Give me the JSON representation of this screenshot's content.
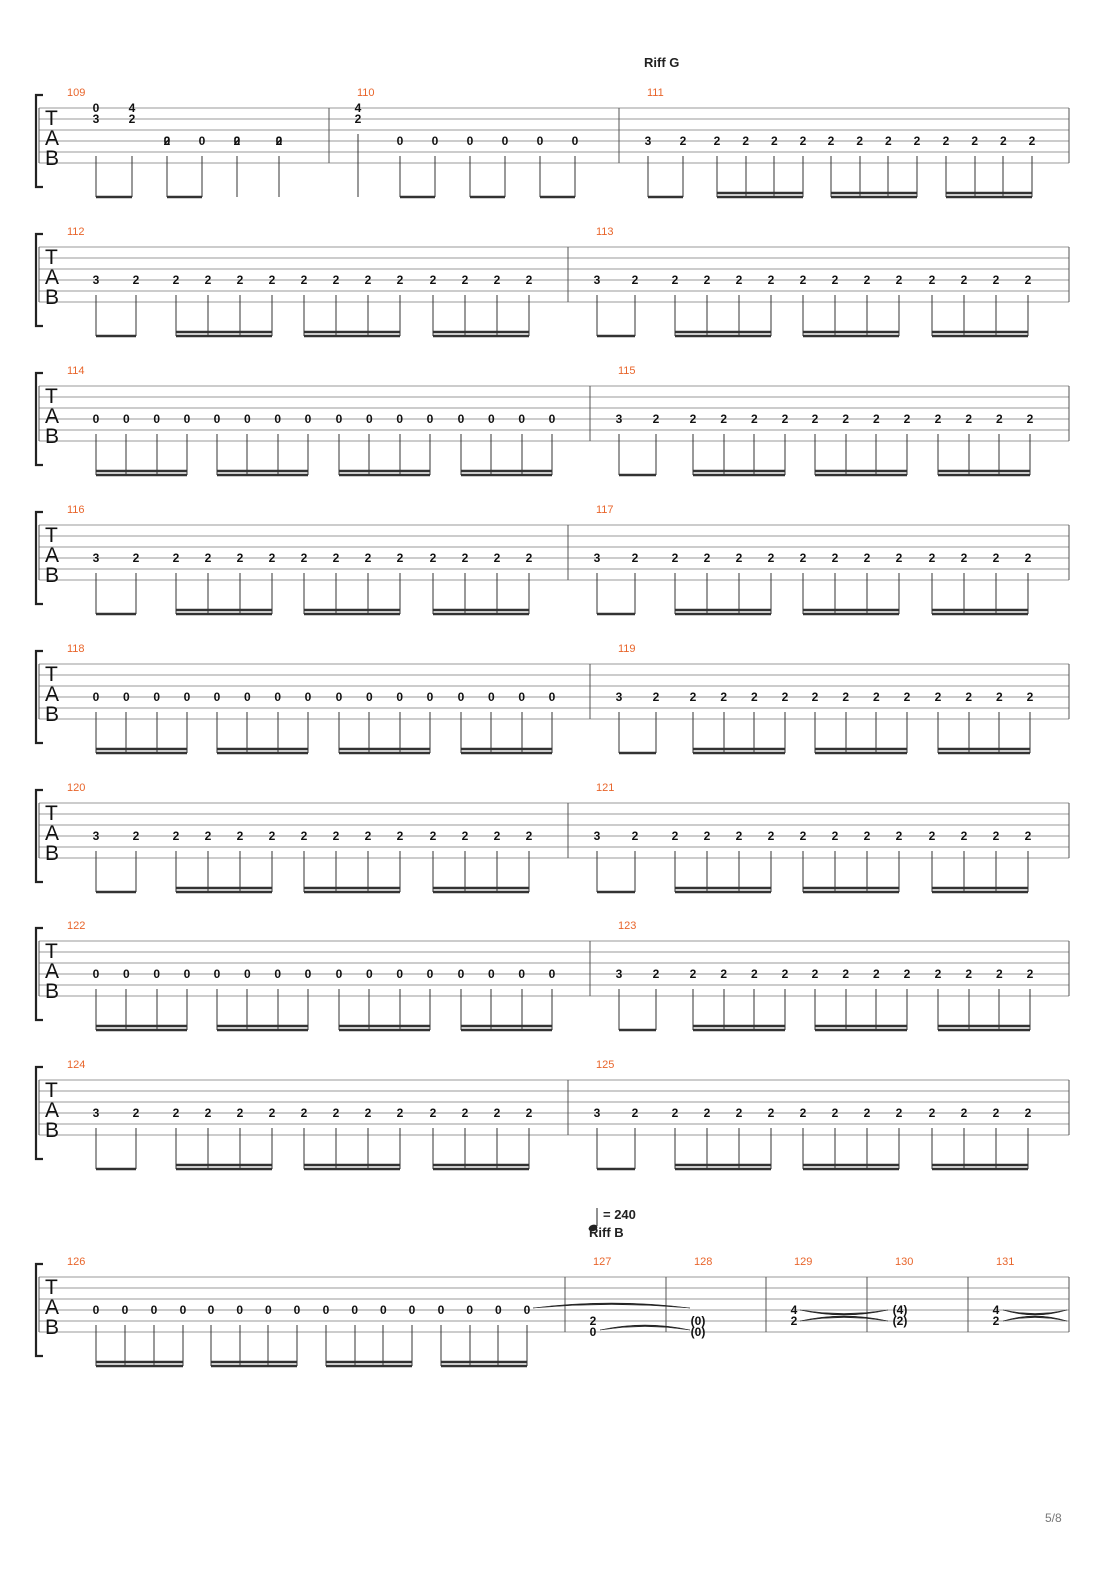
{
  "clef_letters": [
    "T",
    "A",
    "B"
  ],
  "page_number": "5/8",
  "riff_g_label": "Riff G",
  "riff_b_label": "Riff B",
  "tempo": {
    "symbol": "note-icon",
    "text": "= 240"
  },
  "systems": [
    {
      "measures": [
        {
          "number": "109",
          "groups": [
            [
              "0",
              "3",
              "4",
              "2",
              "0"
            ],
            [
              "2",
              "0"
            ],
            [
              "2",
              "0"
            ],
            [
              "2",
              "0"
            ]
          ]
        },
        {
          "number": "110",
          "groups": [
            [
              "4",
              "2"
            ],
            [
              "0",
              "0"
            ],
            [
              "0",
              "0"
            ],
            [
              "0",
              "0"
            ]
          ]
        },
        {
          "number": "111",
          "groups": [
            [
              "3",
              "2"
            ],
            [
              "2",
              "2",
              "2",
              "2"
            ],
            [
              "2",
              "2",
              "2",
              "2"
            ],
            [
              "2",
              "2",
              "2",
              "2"
            ]
          ]
        }
      ]
    },
    {
      "measures": [
        {
          "number": "112",
          "groups": [
            [
              "3",
              "2"
            ],
            [
              "2",
              "2",
              "2",
              "2"
            ],
            [
              "2",
              "2",
              "2",
              "2"
            ],
            [
              "2",
              "2",
              "2",
              "2"
            ]
          ]
        },
        {
          "number": "113",
          "groups": [
            [
              "3",
              "2"
            ],
            [
              "2",
              "2",
              "2",
              "2"
            ],
            [
              "2",
              "2",
              "2",
              "2"
            ],
            [
              "2",
              "2",
              "2",
              "2"
            ]
          ]
        }
      ]
    },
    {
      "measures": [
        {
          "number": "114",
          "groups": [
            [
              "0",
              "0",
              "0",
              "0"
            ],
            [
              "0",
              "0",
              "0",
              "0"
            ],
            [
              "0",
              "0",
              "0",
              "0"
            ],
            [
              "0",
              "0",
              "0",
              "0"
            ]
          ]
        },
        {
          "number": "115",
          "groups": [
            [
              "3",
              "2"
            ],
            [
              "2",
              "2",
              "2",
              "2"
            ],
            [
              "2",
              "2",
              "2",
              "2"
            ],
            [
              "2",
              "2",
              "2",
              "2"
            ]
          ]
        }
      ]
    },
    {
      "measures": [
        {
          "number": "116",
          "groups": [
            [
              "3",
              "2"
            ],
            [
              "2",
              "2",
              "2",
              "2"
            ],
            [
              "2",
              "2",
              "2",
              "2"
            ],
            [
              "2",
              "2",
              "2",
              "2"
            ]
          ]
        },
        {
          "number": "117",
          "groups": [
            [
              "3",
              "2"
            ],
            [
              "2",
              "2",
              "2",
              "2"
            ],
            [
              "2",
              "2",
              "2",
              "2"
            ],
            [
              "2",
              "2",
              "2",
              "2"
            ]
          ]
        }
      ]
    },
    {
      "measures": [
        {
          "number": "118",
          "groups": [
            [
              "0",
              "0",
              "0",
              "0"
            ],
            [
              "0",
              "0",
              "0",
              "0"
            ],
            [
              "0",
              "0",
              "0",
              "0"
            ],
            [
              "0",
              "0",
              "0",
              "0"
            ]
          ]
        },
        {
          "number": "119",
          "groups": [
            [
              "3",
              "2"
            ],
            [
              "2",
              "2",
              "2",
              "2"
            ],
            [
              "2",
              "2",
              "2",
              "2"
            ],
            [
              "2",
              "2",
              "2",
              "2"
            ]
          ]
        }
      ]
    },
    {
      "measures": [
        {
          "number": "120",
          "groups": [
            [
              "3",
              "2"
            ],
            [
              "2",
              "2",
              "2",
              "2"
            ],
            [
              "2",
              "2",
              "2",
              "2"
            ],
            [
              "2",
              "2",
              "2",
              "2"
            ]
          ]
        },
        {
          "number": "121",
          "groups": [
            [
              "3",
              "2"
            ],
            [
              "2",
              "2",
              "2",
              "2"
            ],
            [
              "2",
              "2",
              "2",
              "2"
            ],
            [
              "2",
              "2",
              "2",
              "2"
            ]
          ]
        }
      ]
    },
    {
      "measures": [
        {
          "number": "122",
          "groups": [
            [
              "0",
              "0",
              "0",
              "0"
            ],
            [
              "0",
              "0",
              "0",
              "0"
            ],
            [
              "0",
              "0",
              "0",
              "0"
            ],
            [
              "0",
              "0",
              "0",
              "0"
            ]
          ]
        },
        {
          "number": "123",
          "groups": [
            [
              "3",
              "2"
            ],
            [
              "2",
              "2",
              "2",
              "2"
            ],
            [
              "2",
              "2",
              "2",
              "2"
            ],
            [
              "2",
              "2",
              "2",
              "2"
            ]
          ]
        }
      ]
    },
    {
      "measures": [
        {
          "number": "124",
          "groups": [
            [
              "3",
              "2"
            ],
            [
              "2",
              "2",
              "2",
              "2"
            ],
            [
              "2",
              "2",
              "2",
              "2"
            ],
            [
              "2",
              "2",
              "2",
              "2"
            ]
          ]
        },
        {
          "number": "125",
          "groups": [
            [
              "3",
              "2"
            ],
            [
              "2",
              "2",
              "2",
              "2"
            ],
            [
              "2",
              "2",
              "2",
              "2"
            ],
            [
              "2",
              "2",
              "2",
              "2"
            ]
          ]
        }
      ]
    },
    {
      "measures": [
        {
          "number": "126",
          "groups": [
            [
              "0",
              "0",
              "0",
              "0"
            ],
            [
              "0",
              "0",
              "0",
              "0"
            ],
            [
              "0",
              "0",
              "0",
              "0"
            ],
            [
              "0",
              "0",
              "0",
              "0"
            ]
          ]
        },
        {
          "number": "127",
          "groups": [
            [
              "2",
              "0"
            ]
          ]
        },
        {
          "number": "128",
          "groups": [
            [
              "(0)",
              "(0)"
            ]
          ]
        },
        {
          "number": "129",
          "groups": [
            [
              "4",
              "2"
            ]
          ]
        },
        {
          "number": "130",
          "groups": [
            [
              "(4)",
              "(2)"
            ]
          ]
        },
        {
          "number": "131",
          "groups": [
            [
              "4",
              "2"
            ]
          ]
        }
      ]
    }
  ]
}
